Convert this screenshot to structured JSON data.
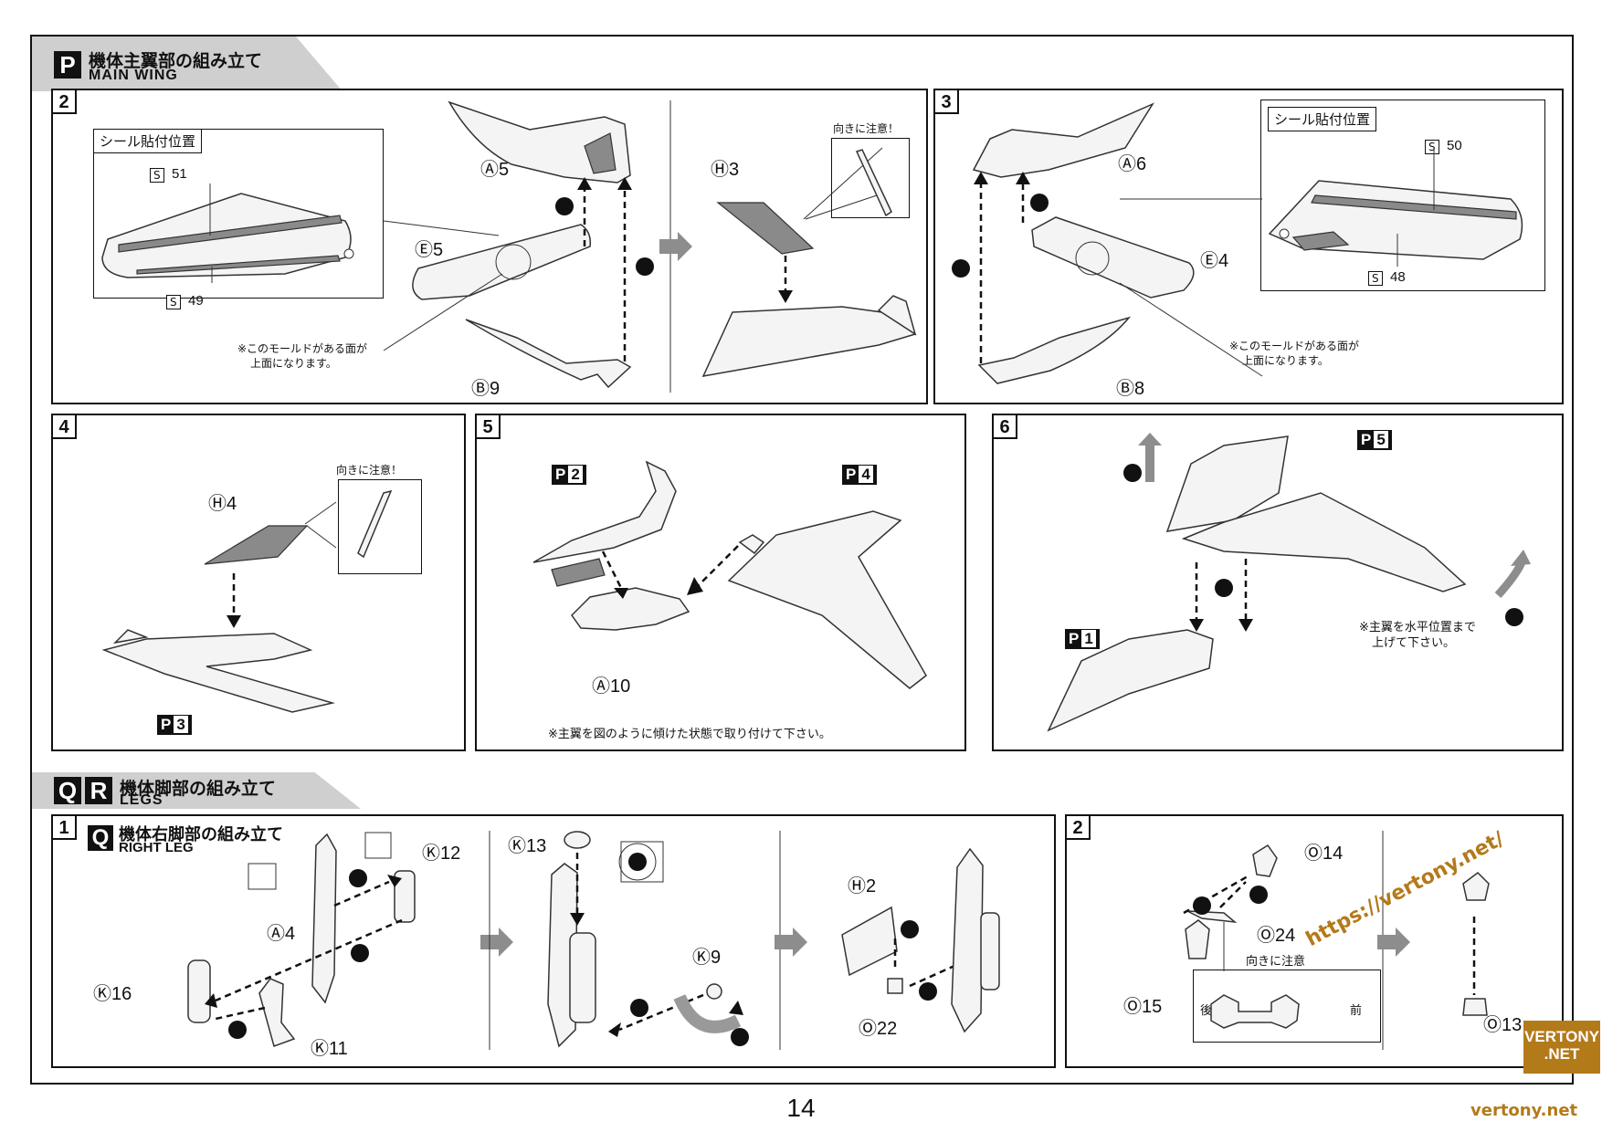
{
  "section_p": {
    "letter": "P",
    "title": "機体主翼部の組み立て",
    "subtitle": "MAIN WING"
  },
  "section_qr": {
    "letters": [
      "Q",
      "R"
    ],
    "title": "機体脚部の組み立て",
    "subtitle": "LEGS"
  },
  "steps": {
    "s2": "2",
    "s3": "3",
    "s4": "4",
    "s5": "5",
    "s6": "6",
    "q1": "1",
    "q2": "2"
  },
  "seal_box": "シール貼付位置",
  "seal_s": "S",
  "seal_numbers": {
    "a": "51",
    "b": "49",
    "c": "50",
    "d": "48"
  },
  "mold_note": {
    "line1": "※このモールドがある面が",
    "line2": "上面になります。"
  },
  "orientation_note": "向きに注意！",
  "parts": {
    "a5": "Ⓐ5",
    "e5": "Ⓔ5",
    "b9": "Ⓑ9",
    "h3": "Ⓗ3",
    "a6": "Ⓐ6",
    "e4": "Ⓔ4",
    "b8": "Ⓑ8",
    "h4": "Ⓗ4",
    "a10": "Ⓐ10",
    "k12": "Ⓚ12",
    "a4": "Ⓐ4",
    "k16": "Ⓚ16",
    "k11": "Ⓚ11",
    "k13": "Ⓚ13",
    "k9": "Ⓚ9",
    "h2": "Ⓗ2",
    "o22": "Ⓞ22",
    "o14": "Ⓞ14",
    "o24": "Ⓞ24",
    "o15": "Ⓞ15",
    "o13": "Ⓞ13"
  },
  "badges": {
    "p1": "1",
    "p2": "2",
    "p3": "3",
    "p4": "4",
    "p5": "5",
    "p_letter": "P"
  },
  "step5_note": "※主翼を図のように傾けた状態で取り付けて下さい。",
  "step6_note": {
    "line1": "※主翼を水平位置まで",
    "line2": "上げて下さい。"
  },
  "right_leg": {
    "letter": "Q",
    "title": "機体右脚部の組み立て",
    "subtitle": "RIGHT LEG"
  },
  "orientation_note2": "向きに注意",
  "rear": "後",
  "front": "前",
  "nums": {
    "one": "1",
    "two": "2",
    "three": "3"
  },
  "page_number": "14",
  "watermark": {
    "url": "https://vertony.net/",
    "site": "vertony.net",
    "logo": [
      "VERTONY",
      ".NET"
    ]
  }
}
